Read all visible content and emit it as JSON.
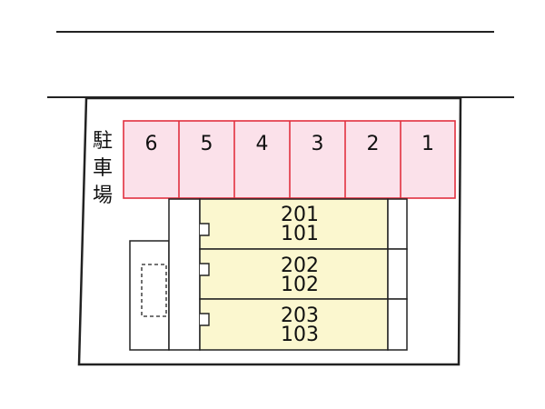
{
  "parking": {
    "label": "駐車場",
    "spaces": [
      "6",
      "5",
      "4",
      "3",
      "2",
      "1"
    ]
  },
  "units": [
    {
      "upper": "201",
      "lower": "101"
    },
    {
      "upper": "202",
      "lower": "102"
    },
    {
      "upper": "203",
      "lower": "103"
    }
  ],
  "colors": {
    "parking_fill": "#fbe1ea",
    "parking_border": "#e2303f",
    "unit_fill": "#fbf7cf",
    "outline": "#222222"
  }
}
